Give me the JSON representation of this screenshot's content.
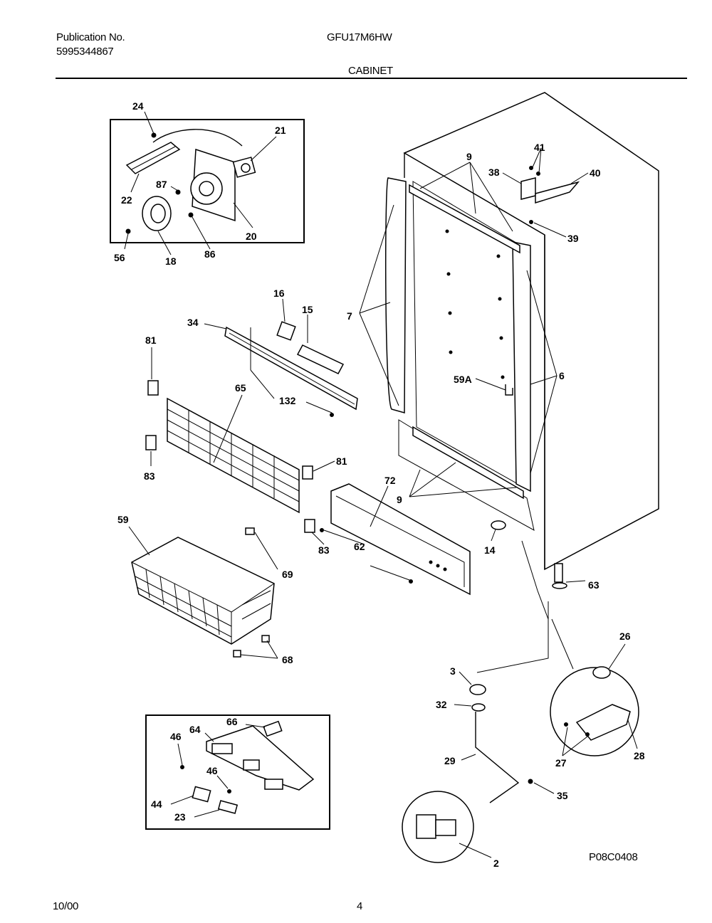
{
  "header": {
    "publication_label": "Publication No.",
    "publication_number": "5995344867",
    "model": "GFU17M6HW",
    "section": "CABINET"
  },
  "footer": {
    "date": "10/00",
    "page": "4",
    "figure_code": "P08C0408"
  },
  "callouts": {
    "c24": "24",
    "c21": "21",
    "c22": "22",
    "c87": "87",
    "c20": "20",
    "c56": "56",
    "c18": "18",
    "c86": "86",
    "c16": "16",
    "c15": "15",
    "c34": "34",
    "c132": "132",
    "c81a": "81",
    "c65": "65",
    "c83a": "83",
    "c81b": "81",
    "c59": "59",
    "c69": "69",
    "c83b": "83",
    "c68": "68",
    "c72": "72",
    "c62": "62",
    "c9a": "9",
    "c41": "41",
    "c38": "38",
    "c40": "40",
    "c39": "39",
    "c7": "7",
    "c59A": "59A",
    "c6": "6",
    "c9b": "9",
    "c14": "14",
    "c63": "63",
    "c26": "26",
    "c3": "3",
    "c32": "32",
    "c28": "28",
    "c27": "27",
    "c29": "29",
    "c35": "35",
    "c2": "2",
    "c46a": "46",
    "c64": "64",
    "c66": "66",
    "c46b": "46",
    "c44": "44",
    "c23": "23"
  }
}
